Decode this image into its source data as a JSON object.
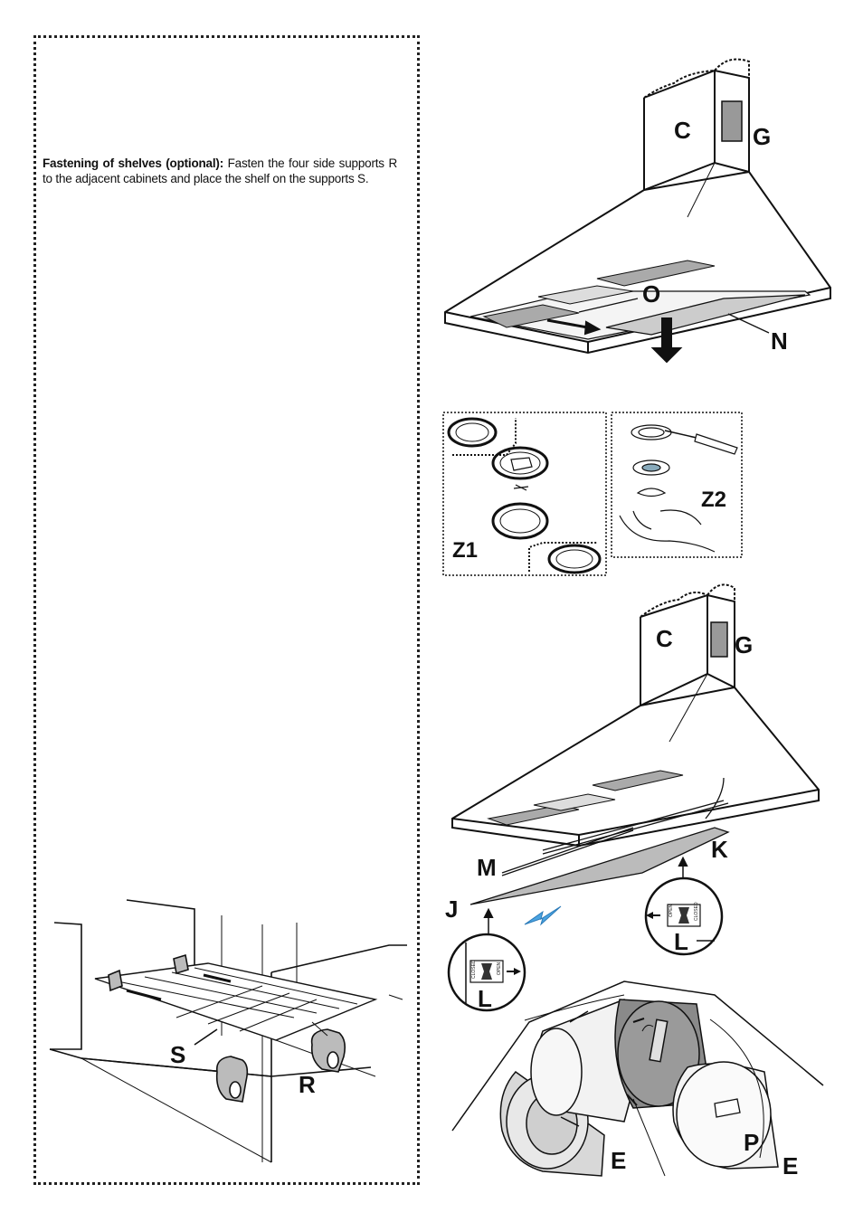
{
  "text": {
    "heading": "Fastening of shelves (optional):",
    "body": " Fasten the four side supports R to the adjacent cabinets and place the shelf on the supports S."
  },
  "labels": {
    "C": "C",
    "G": "G",
    "O": "O",
    "N": "N",
    "Z1": "Z1",
    "Z2": "Z2",
    "C2": "C",
    "G2": "G",
    "M": "M",
    "K": "K",
    "J": "J",
    "L1": "L",
    "L2": "L",
    "E1": "E",
    "E2": "E",
    "P": "P",
    "S": "S",
    "R": "R"
  },
  "latch": {
    "open": "OPEN",
    "closed": "CLOSED"
  }
}
